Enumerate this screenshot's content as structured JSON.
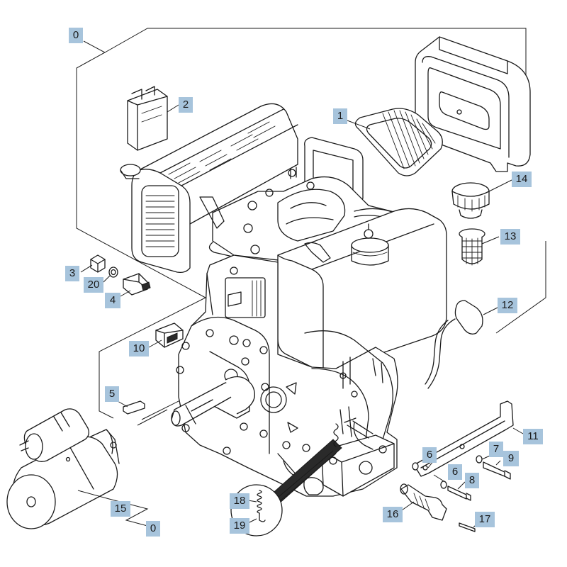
{
  "callouts": [
    {
      "id": "c0a",
      "text": "0"
    },
    {
      "id": "c1",
      "text": "1"
    },
    {
      "id": "c2",
      "text": "2"
    },
    {
      "id": "c3",
      "text": "3"
    },
    {
      "id": "c20",
      "text": "20"
    },
    {
      "id": "c4",
      "text": "4"
    },
    {
      "id": "c14",
      "text": "14"
    },
    {
      "id": "c13",
      "text": "13"
    },
    {
      "id": "c12",
      "text": "12"
    },
    {
      "id": "c10",
      "text": "10"
    },
    {
      "id": "c5",
      "text": "5"
    },
    {
      "id": "c11",
      "text": "11"
    },
    {
      "id": "c6a",
      "text": "6"
    },
    {
      "id": "c7",
      "text": "7"
    },
    {
      "id": "c9",
      "text": "9"
    },
    {
      "id": "c6b",
      "text": "6"
    },
    {
      "id": "c8",
      "text": "8"
    },
    {
      "id": "c15",
      "text": "15"
    },
    {
      "id": "c0b",
      "text": "0"
    },
    {
      "id": "c18",
      "text": "18"
    },
    {
      "id": "c19",
      "text": "19"
    },
    {
      "id": "c16",
      "text": "16"
    },
    {
      "id": "c17",
      "text": "17"
    }
  ]
}
